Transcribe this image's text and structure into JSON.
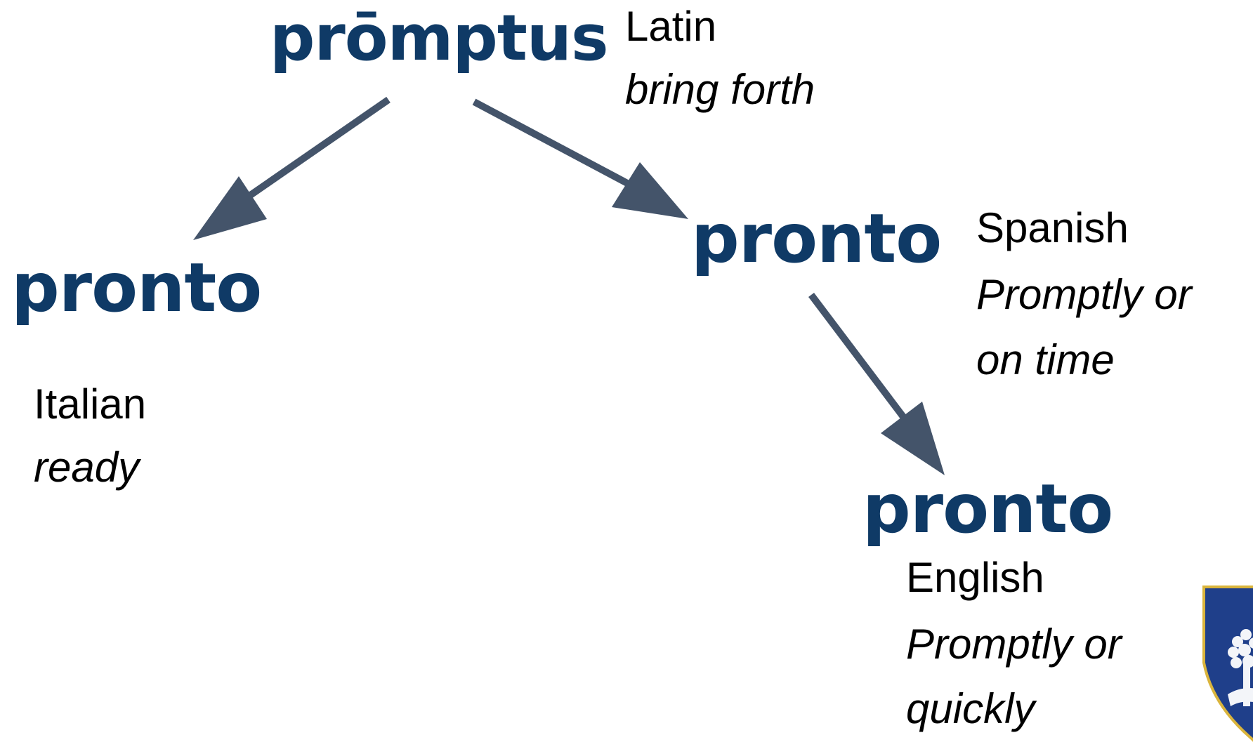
{
  "nodes": {
    "latin": {
      "word": "prōmptus",
      "language": "Latin",
      "meaning": "bring forth"
    },
    "italian": {
      "word": "pronto",
      "language": "Italian",
      "meaning": "ready"
    },
    "spanish": {
      "word": "pronto",
      "language": "Spanish",
      "meaning_line1": "Promptly or",
      "meaning_line2": "on time"
    },
    "english": {
      "word": "pronto",
      "language": "English",
      "meaning_line1": "Promptly or",
      "meaning_line2": "quickly"
    }
  },
  "colors": {
    "word": "#0f3a66",
    "arrow": "#44546a",
    "crest_fill": "#1f3f8a",
    "crest_border": "#d9b43c"
  },
  "icons": {
    "crest": "school-crest-icon"
  }
}
